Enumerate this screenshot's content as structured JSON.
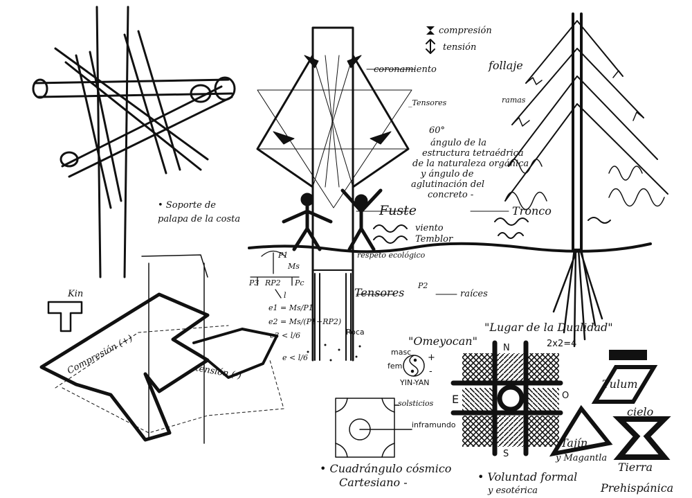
{
  "palapa": {
    "line1": "• Soporte de",
    "line2": "palapa de la costa"
  },
  "kin": {
    "label": "Kin"
  },
  "tee": {
    "compression": "Compresión (+)",
    "tension": "tensión (-)"
  },
  "legend": {
    "compression": "compresión",
    "tension": "tensión"
  },
  "column": {
    "crown": "coronamiento",
    "tensors_top": "_Tensores",
    "angle": "60°",
    "angle_text": [
      "ángulo de la",
      "estructura tetraédrica",
      "de la naturaleza orgánica",
      "y ángulo de",
      "aglutinación del",
      "concreto -"
    ],
    "shaft": "Fuste",
    "wind": "viento",
    "quake": "Temblor",
    "eco": "respeto ecológico",
    "tensors_bottom": "Tensores",
    "p2": "P2",
    "rock": "Roca"
  },
  "tree": {
    "foliage": "follaje",
    "branches": "ramas",
    "trunk": "Tronco",
    "roots": "raíces"
  },
  "formulas": {
    "p1": "P1",
    "ms": "Ms",
    "p3": "P3",
    "rp2": "RP2",
    "pc": "Pc",
    "l": "l",
    "e1": "e1 = Ms/P1",
    "e2": "e2 = Ms/(P1+RP2)",
    "e3": "e3 < l/6",
    "e4": "e < l/6"
  },
  "omeyocan": {
    "name": "\"Omeyocan\"",
    "place": "\"Lugar de la Dualidad\"",
    "eq": "2x2=4",
    "masc": "masc",
    "fem": "fem",
    "plus": "+",
    "minus": "-",
    "yinyang": "YIN-YAN"
  },
  "compass": {
    "n": "N",
    "e": "E",
    "o": "O",
    "s": "S"
  },
  "quad": {
    "solstices": "solsticios",
    "underworld": "inframundo",
    "caption1": "• Cuadrángulo cósmico",
    "caption2": "Cartesiano -"
  },
  "pyramids": {
    "tulum": "Tulum",
    "tajin": "Tajín",
    "tajin2": "y Magantla",
    "sky": "cielo",
    "earth": "Tierra",
    "prehisp": "Prehispánica"
  },
  "footer": {
    "will1": "• Voluntad formal",
    "will2": "y esotérica"
  }
}
